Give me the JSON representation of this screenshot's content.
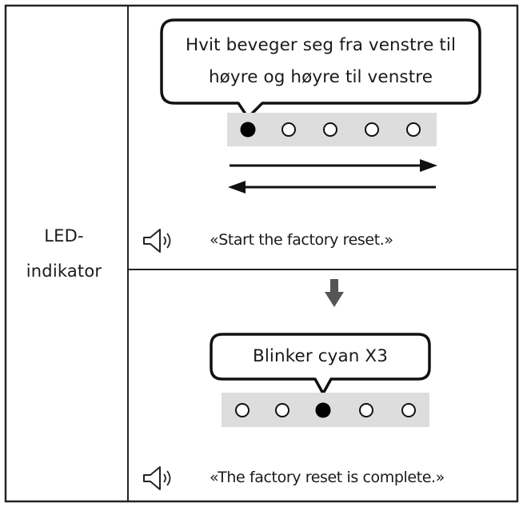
{
  "row_label": {
    "line1": "LED-",
    "line2": "indikator"
  },
  "step1": {
    "bubble_line1": "Hvit beveger seg fra venstre til",
    "bubble_line2": "høyre og høyre til venstre",
    "leds": [
      "filled",
      "empty",
      "empty",
      "empty",
      "empty"
    ],
    "voice_prompt": "«Start the factory reset.»",
    "voice_icon": "speaker-icon"
  },
  "step2": {
    "transition_icon": "arrow-down-icon",
    "bubble_text": "Blinker cyan X3",
    "leds": [
      "empty",
      "empty",
      "filled",
      "empty",
      "empty"
    ],
    "voice_prompt": "«The factory reset is complete.»",
    "voice_icon": "speaker-icon"
  },
  "colors": {
    "border": "#222222",
    "led_strip_bg": "#dddddd",
    "led_filled": "#000000",
    "text": "#1a1a1a"
  }
}
